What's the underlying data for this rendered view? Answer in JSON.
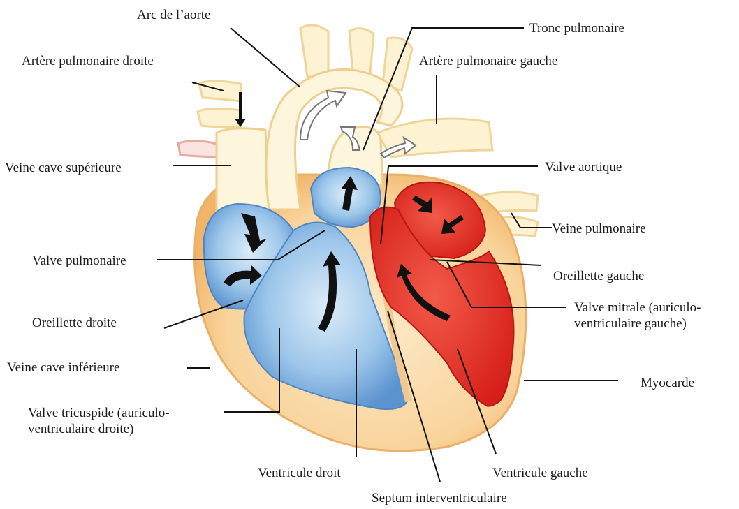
{
  "labels": {
    "arc_aorte": "Arc de l’aorte",
    "tronc_pulmonaire": "Tronc pulmonaire",
    "artere_pulmonaire_droite": "Artère pulmonaire droite",
    "artere_pulmonaire_gauche": "Artère pulmonaire gauche",
    "veine_cave_superieure": "Veine cave supérieure",
    "valve_aortique": "Valve aortique",
    "veine_pulmonaire": "Veine pulmonaire",
    "valve_pulmonaire": "Valve pulmonaire",
    "oreillette_gauche": "Oreillette gauche",
    "valve_mitrale": "Valve mitrale (auriculo-\nventriculaire gauche)",
    "oreillette_droite": "Oreillette droite",
    "veine_cave_inferieure": "Veine cave inférieure",
    "myocarde": "Myocarde",
    "valve_tricuspide": "Valve tricuspide (auriculo-\nventriculaire droite)",
    "ventricule_droit": "Ventricule droit",
    "ventricule_gauche": "Ventricule gauche",
    "septum": "Septum interventriculaire"
  },
  "colors": {
    "deoxygenated": "#8fbde6",
    "oxygenated": "#e8332a",
    "myocardium": "#f6c78a",
    "vessel": "#fdf6dc",
    "leader_line": "#111111"
  }
}
